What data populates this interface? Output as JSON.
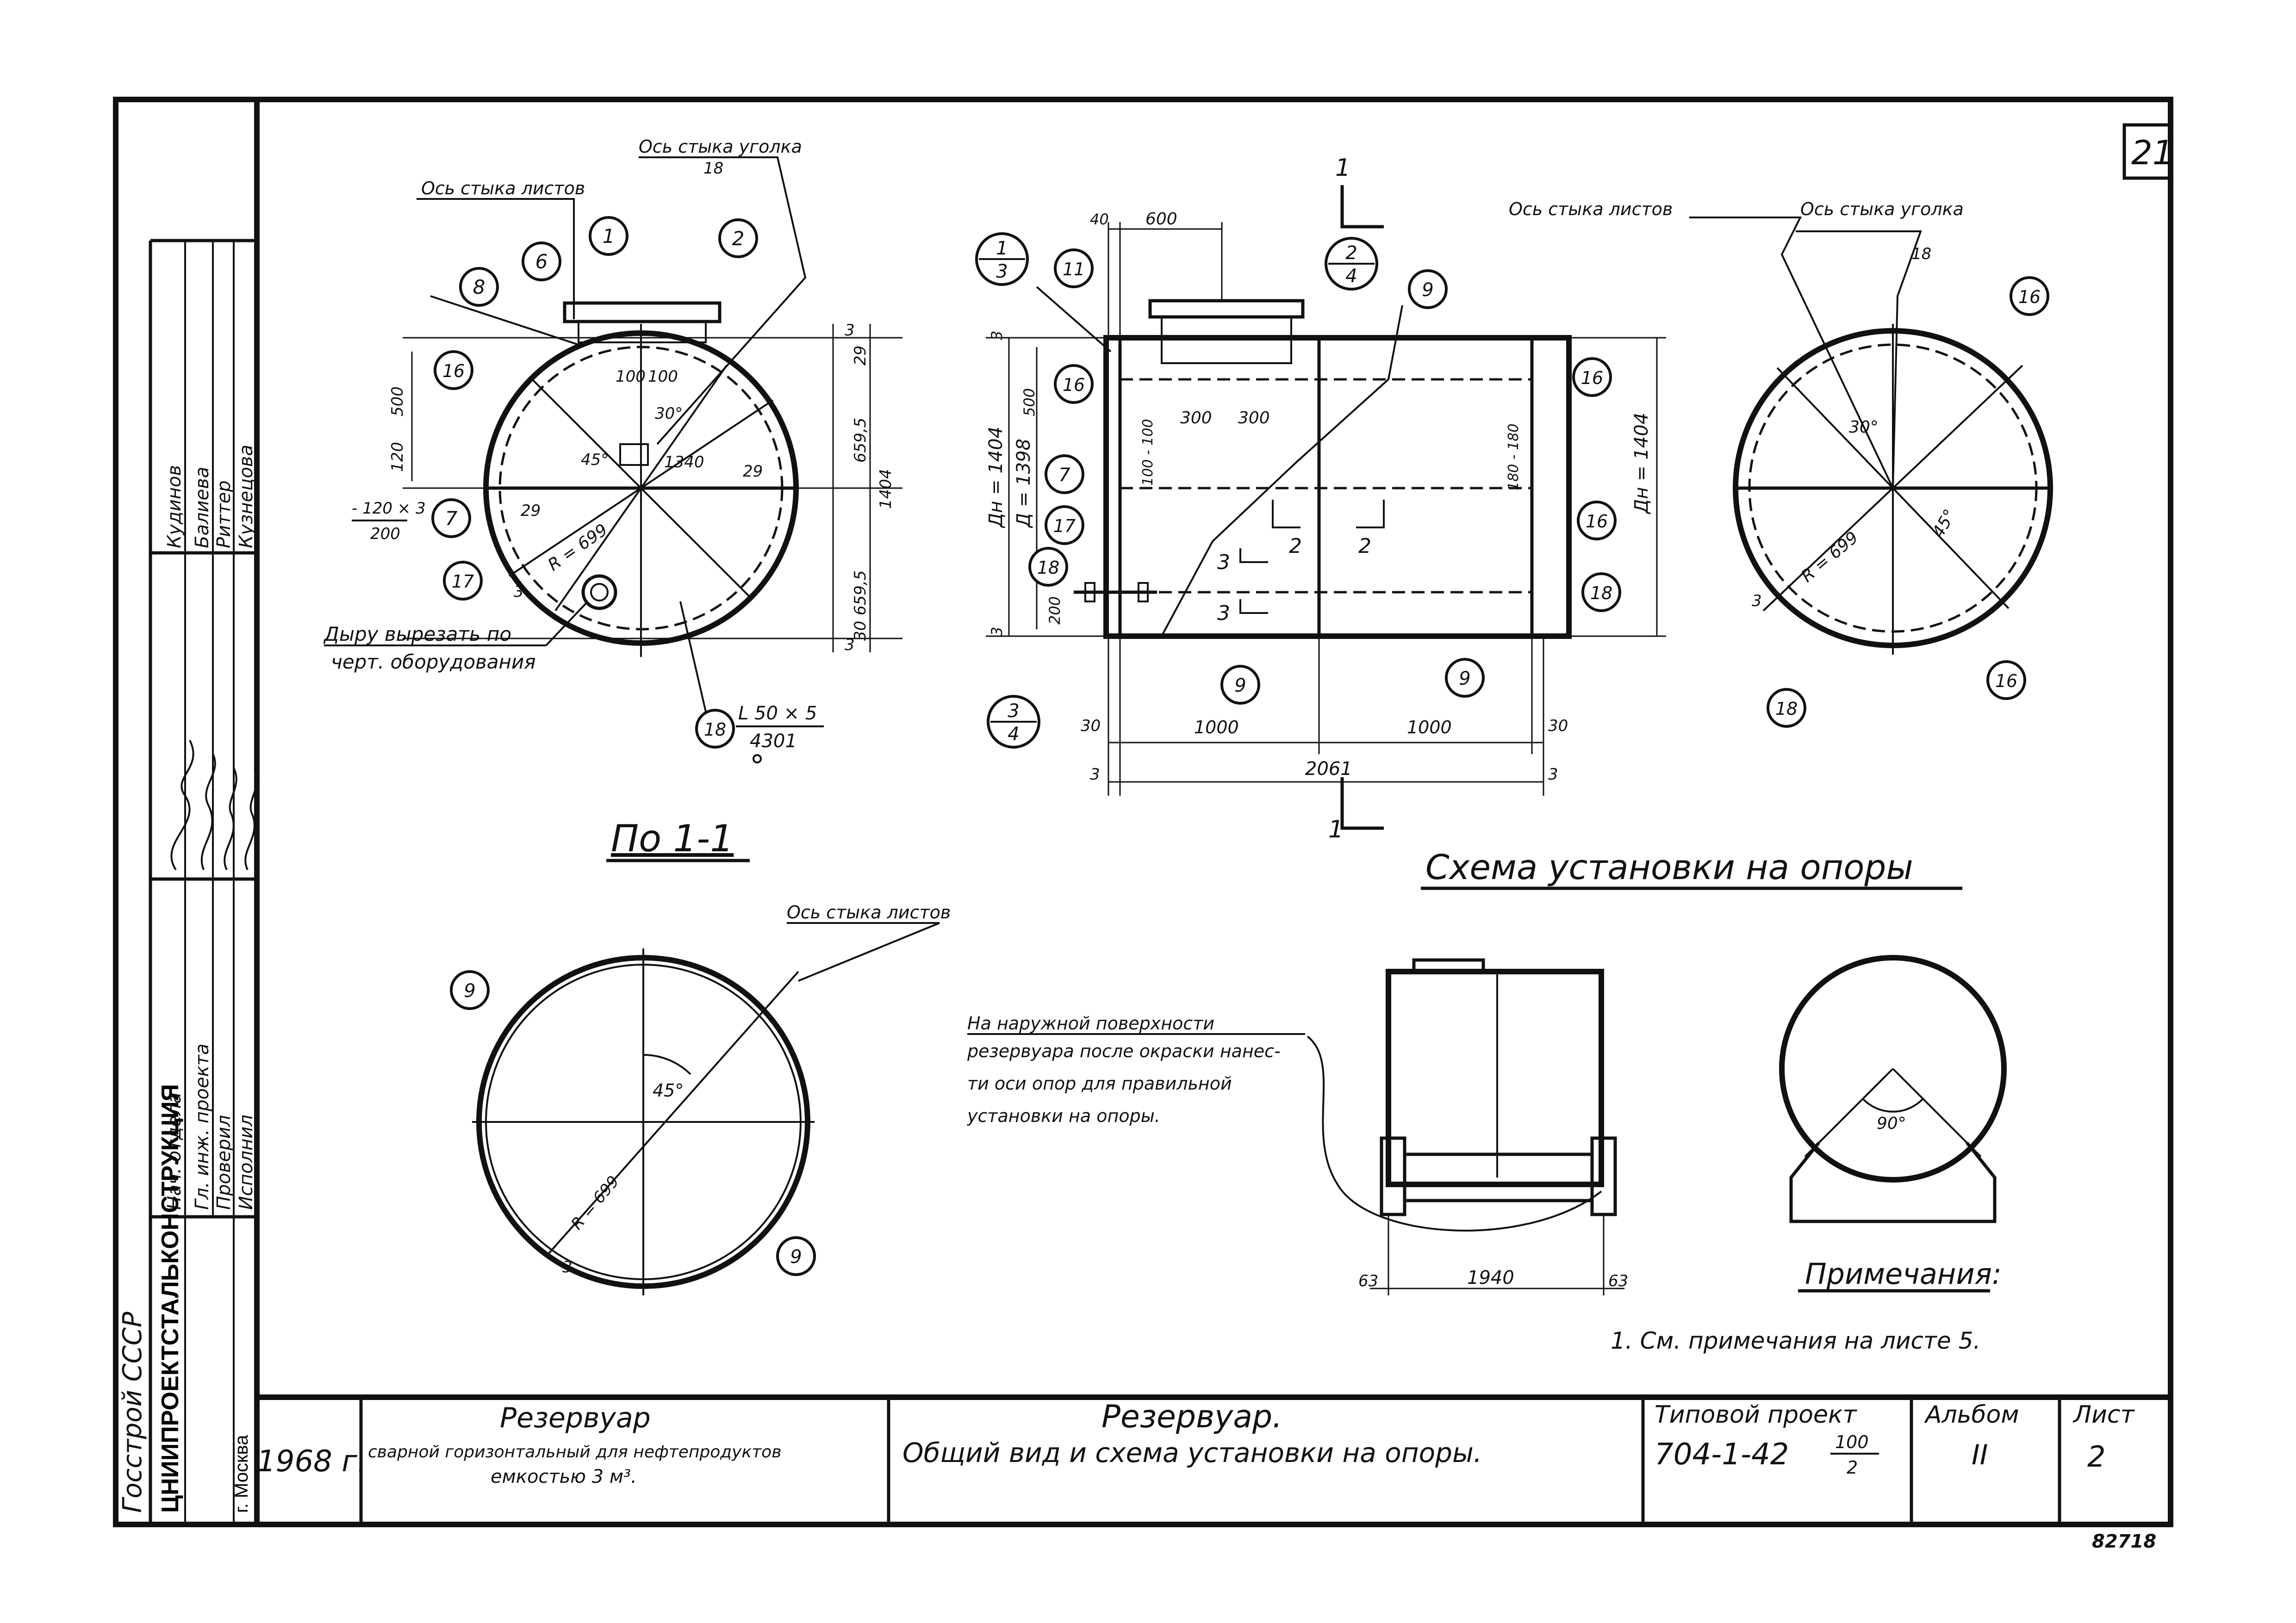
{
  "sheet": {
    "sheet_number_corner": "21",
    "archive_number": "82718"
  },
  "side_stamp": {
    "org_line1": "Госстрой СССР",
    "org_line2": "ЦНИИПРОЕКТСТАЛЬКОНСТРУКЦИЯ",
    "org_line3": "г. Москва",
    "roles": [
      "Нач. отдела",
      "Гл. инж. проекта",
      "Проверил",
      "Исполнил"
    ],
    "names": [
      "Кудинов",
      "Балиева",
      "Риттер",
      "Кузнецова"
    ]
  },
  "title_block": {
    "year": "1968 г.",
    "object_title": "Резервуар",
    "object_subtitle": "сварной горизонтальный для нефтепродуктов",
    "object_capacity": "емкостью 3 м³.",
    "drawing_title": "Резервуар.",
    "drawing_subtitle": "Общий вид и схема установки на опоры.",
    "project_label": "Типовой проект",
    "project_number": "704-1-42",
    "project_fraction_top": "100",
    "project_fraction_bottom": "2",
    "album_label": "Альбом",
    "album_value": "II",
    "sheet_label": "Лист",
    "sheet_value": "2"
  },
  "views": {
    "left_end": {
      "leader_sheet_joint": "Ось стыка листов",
      "leader_angle_joint": "Ось стыка уголка",
      "angle_ref": "18",
      "dims": [
        "100",
        "100",
        "30°",
        "500",
        "120",
        "45°",
        "1340",
        "29",
        "29",
        "- 120 × 3",
        "200",
        "R = 699",
        "3",
        "3",
        "3",
        "29",
        "659,5",
        "1404",
        "659,5",
        "30"
      ],
      "note_hole_line1": "Дыру вырезать по",
      "note_hole_line2": "черт. оборудования",
      "profile_top": "L 50 × 5",
      "profile_bottom": "4301",
      "bubbles": [
        "1",
        "2",
        "6",
        "8",
        "16",
        "7",
        "17",
        "18"
      ]
    },
    "front": {
      "section_mark": "1",
      "dims_top": [
        "40",
        "600"
      ],
      "dims_left": [
        "3",
        "500",
        "Дн = 1404",
        "Д = 1398",
        "200",
        "3"
      ],
      "dims_mid": [
        "300",
        "300",
        "100 - 100",
        "180 - 180"
      ],
      "dims_right": [
        "Дн = 1404"
      ],
      "dims_bottom": [
        "30",
        "1000",
        "1000",
        "30",
        "3",
        "2061",
        "3"
      ],
      "section_labels": [
        "2",
        "2",
        "3",
        "3"
      ],
      "ref_circles": [
        {
          "top": "1",
          "bottom": "3"
        },
        {
          "top": "2",
          "bottom": "4"
        },
        {
          "top": "3",
          "bottom": "4"
        }
      ],
      "bubbles": [
        "11",
        "16",
        "7",
        "17",
        "18",
        "9",
        "9",
        "9",
        "16",
        "16",
        "18"
      ]
    },
    "right_end": {
      "leader_sheet_joint": "Ось стыка листов",
      "leader_angle_joint": "Ось стыка уголка",
      "angle_ref": "18",
      "dims": [
        "30°",
        "45°",
        "R = 699",
        "3"
      ],
      "bubbles": [
        "16",
        "16",
        "18"
      ]
    },
    "section_1_1": {
      "title": "По 1-1",
      "leader_sheet_joint": "Ось стыка листов",
      "dims": [
        "45°",
        "R = 699",
        "3"
      ],
      "bubbles": [
        "9",
        "9"
      ]
    },
    "supports_scheme": {
      "title": "Схема установки на опоры",
      "note_line1": "На наружной поверхности",
      "note_line2": "резервуара после окраски нанес-",
      "note_line3": "ти оси опор для правильной",
      "note_line4": "установки на опоры.",
      "dims": [
        "63",
        "1940",
        "63",
        "90°"
      ]
    }
  },
  "notes": {
    "title": "Примечания:",
    "items": [
      "1. См. примечания на листе 5."
    ]
  }
}
